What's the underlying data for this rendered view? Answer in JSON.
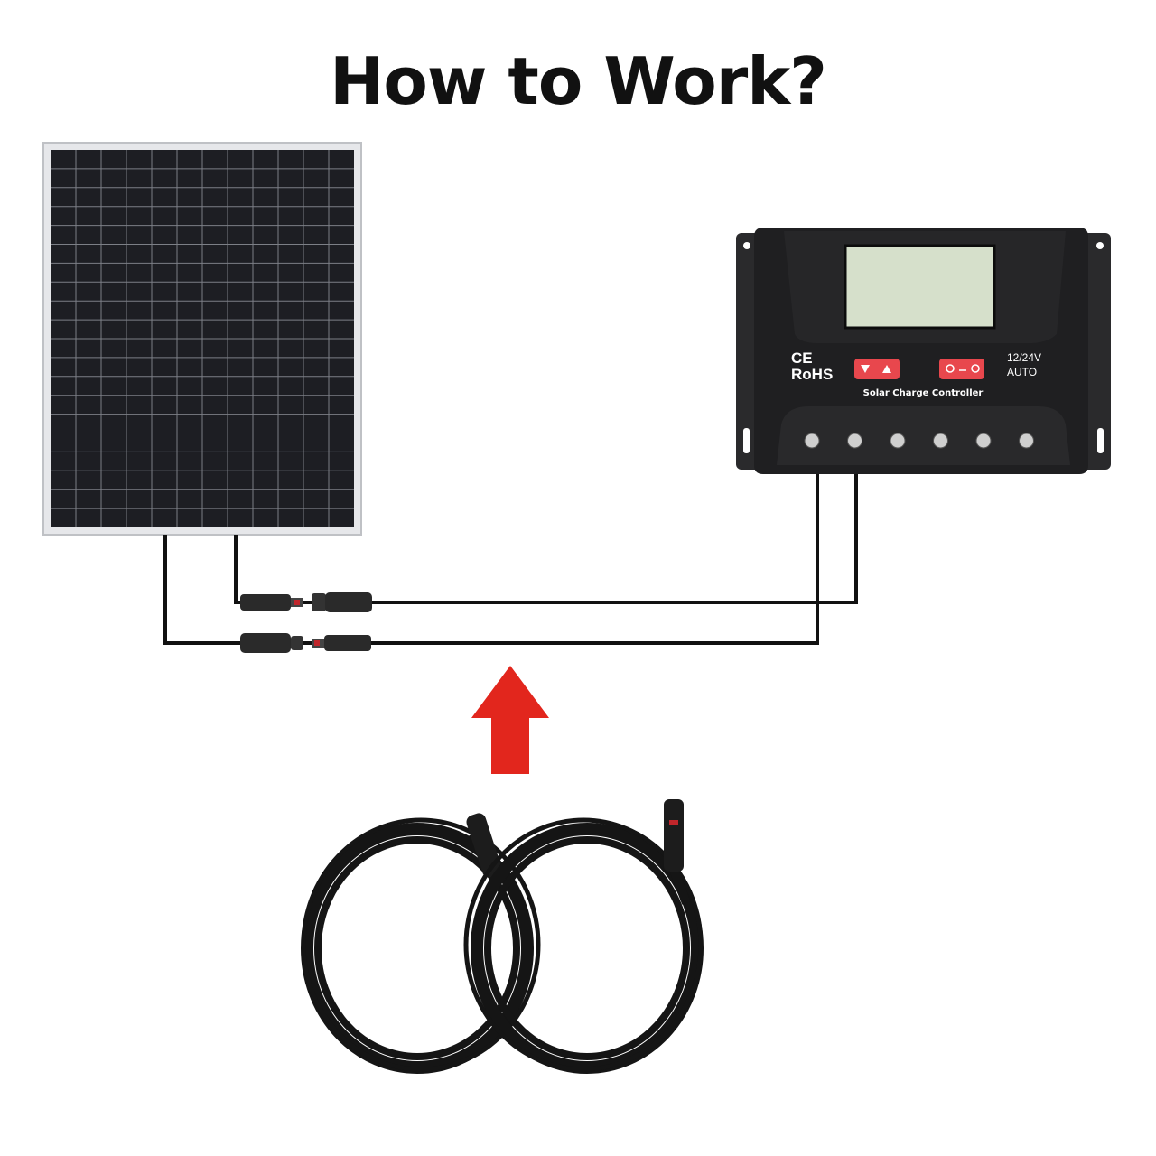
{
  "title": "How to Work?",
  "controller": {
    "label": "Solar Charge Controller",
    "ce_mark": "CE",
    "rohs_mark": "RoHS",
    "voltage": "12/24V",
    "mode": "AUTO",
    "buttons": [
      {
        "icon": "up-down-arrows-icon"
      },
      {
        "icon": "light-bulb-toggle-icon"
      }
    ],
    "terminal_count": 6,
    "button_color": "#e8474d",
    "lcd_color": "#d6e0cb"
  },
  "arrow": {
    "color": "#e2261d",
    "direction": "up"
  },
  "colors": {
    "wire": "#111111",
    "panel_cells": "#1c1d22",
    "panel_frame": "#dcdde0"
  }
}
